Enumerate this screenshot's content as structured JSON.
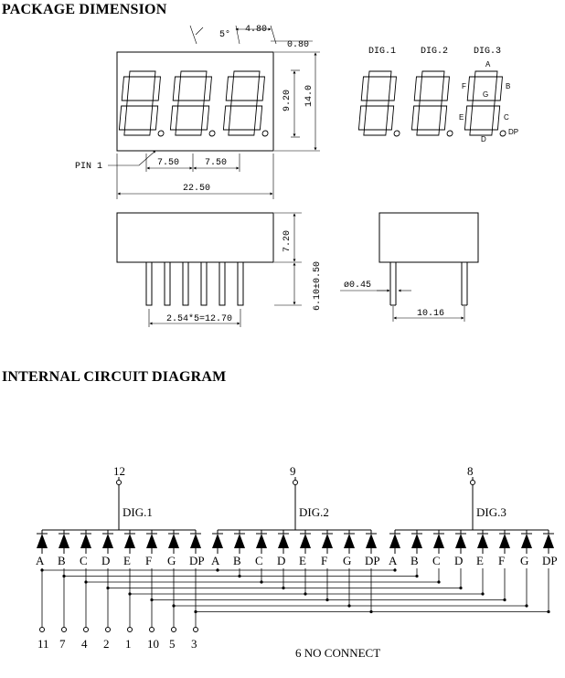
{
  "headings": {
    "package": "PACKAGE DIMENSION",
    "circuit": "INTERNAL CIRCUIT DIAGRAM"
  },
  "package": {
    "dims": {
      "slant": "5°",
      "seg_w": "4.80",
      "seg_t": "0.80",
      "digit_h": "9.20",
      "body_h": "14.0",
      "pitch1": "7.50",
      "pitch2": "7.50",
      "width": "22.50",
      "side_h": "7.20",
      "pin_len": "6.10±0.50",
      "pin_row": "2.54*5=12.70",
      "pin_dia": "ø0.45",
      "depth": "10.16"
    },
    "pin1_label": "PIN 1",
    "digits": [
      "DIG.1",
      "DIG.2",
      "DIG.3"
    ],
    "seg_letters": {
      "A": "A",
      "B": "B",
      "C": "C",
      "D": "D",
      "E": "E",
      "F": "F",
      "G": "G",
      "DP": "DP"
    }
  },
  "circuit": {
    "commons": [
      {
        "pin": "12",
        "digit": "DIG.1"
      },
      {
        "pin": "9",
        "digit": "DIG.2"
      },
      {
        "pin": "8",
        "digit": "DIG.3"
      }
    ],
    "segments": [
      "A",
      "B",
      "C",
      "D",
      "E",
      "F",
      "G",
      "DP"
    ],
    "bottom_pins": [
      "11",
      "7",
      "4",
      "2",
      "1",
      "10",
      "5",
      "3"
    ],
    "note": "6 NO CONNECT"
  }
}
